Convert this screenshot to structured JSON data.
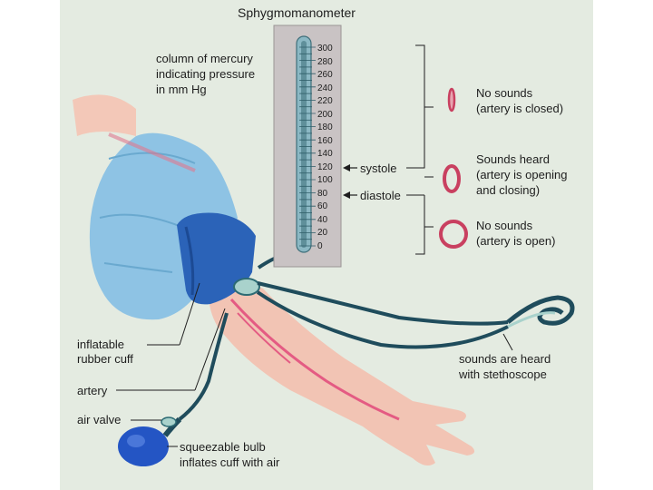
{
  "title": "Sphygmomanometer",
  "mercury_label": [
    "column of mercury",
    "indicating pressure",
    "in mm Hg"
  ],
  "scale_ticks": [
    "300",
    "280",
    "260",
    "240",
    "220",
    "200",
    "180",
    "160",
    "140",
    "120",
    "100",
    "80",
    "60",
    "40",
    "20",
    "0"
  ],
  "systole_label": "systole",
  "diastole_label": "diastole",
  "states": [
    {
      "line1": "No sounds",
      "line2": "(artery is closed)"
    },
    {
      "line1": "Sounds heard",
      "line2": "(artery is opening",
      "line3": "and closing)"
    },
    {
      "line1": "No sounds",
      "line2": "(artery is open)"
    }
  ],
  "cuff_label": [
    "inflatable",
    "rubber cuff"
  ],
  "artery_label": "artery",
  "valve_label": "air valve",
  "bulb_label": [
    "squeezable bulb",
    "inflates cuff with air"
  ],
  "stethoscope_label": [
    "sounds are heard",
    "with stethoscope"
  ],
  "colors": {
    "background": "#e4ebe1",
    "sleeve": "#8ec3e4",
    "cuff": "#2b63b8",
    "skin": "#f2c4b4",
    "artery": "#e45b83",
    "tube": "#1f4c5c",
    "bulb": "#2455c4",
    "gauge_panel": "#c9c3c4",
    "state_ring": "#c94060"
  }
}
